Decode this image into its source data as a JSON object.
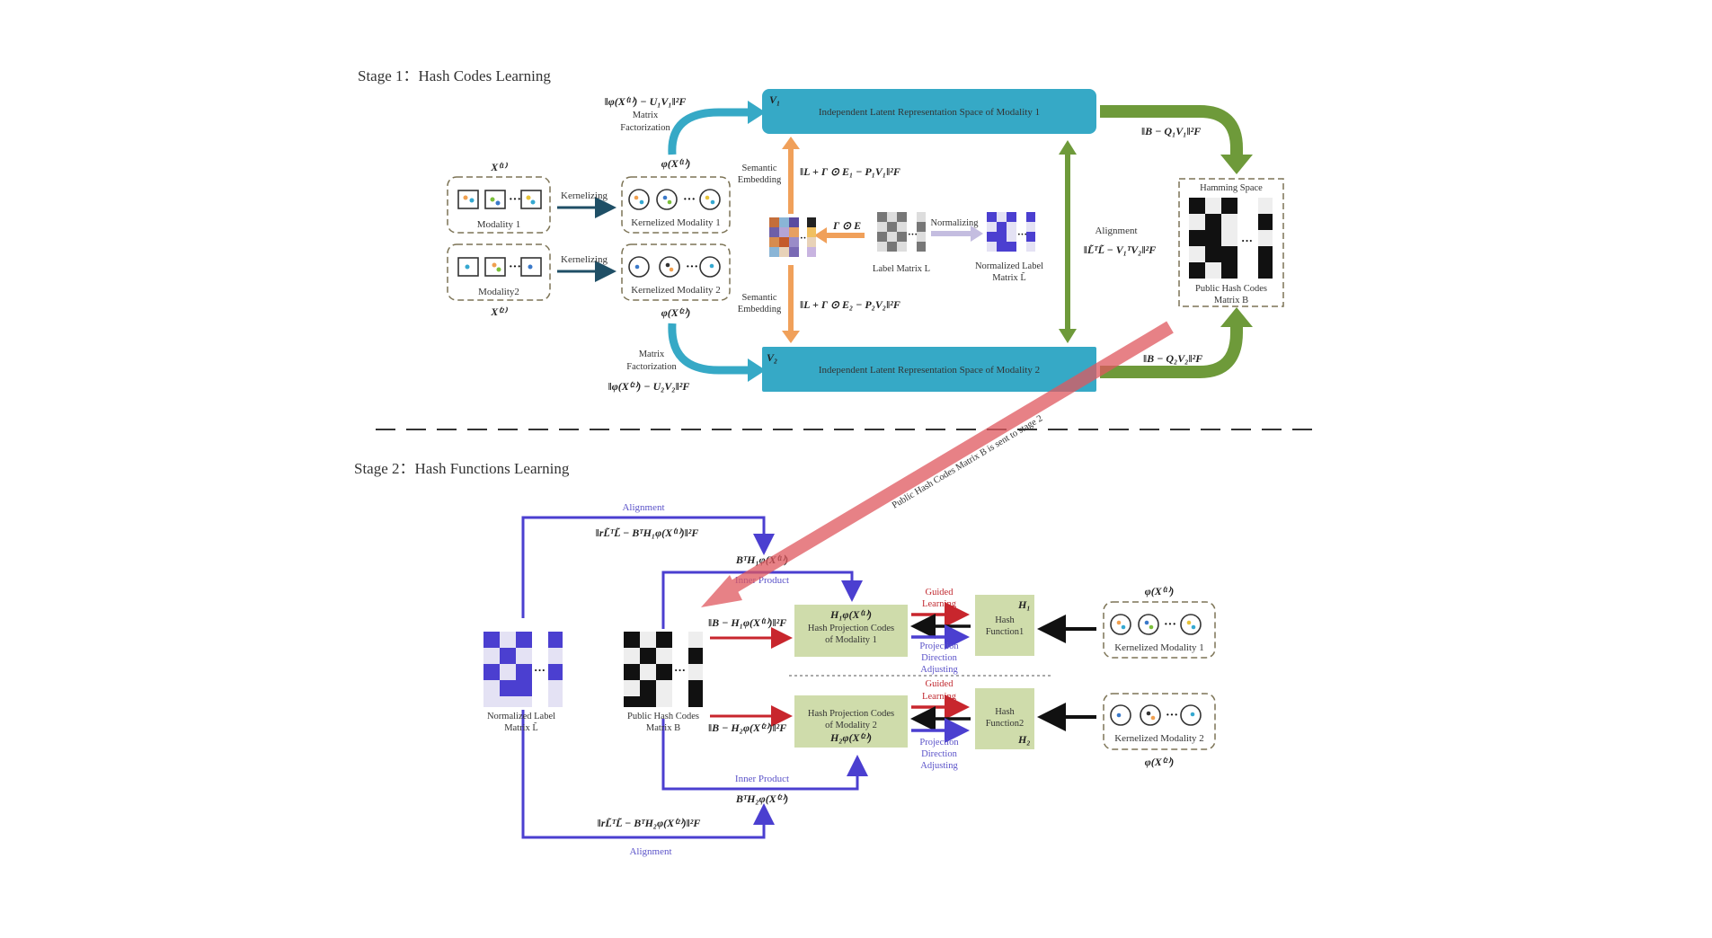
{
  "stage1": {
    "title": "Stage 1：Hash Codes Learning",
    "mf_top_formula": "‖φ(X⁽¹⁾) − U₁V₁‖²F",
    "mf_top_line1": "Matrix",
    "mf_top_line2": "Factorization",
    "mf_bottom_line1": "Matrix",
    "mf_bottom_line2": "Factorization",
    "mf_bottom_formula": "‖φ(X⁽²⁾) − U₂V₂‖²F",
    "x1": "X⁽¹⁾",
    "x2": "X⁽²⁾",
    "phi_x1": "φ(X⁽¹⁾)",
    "phi_x2": "φ(X⁽²⁾)",
    "modality1": "Modality 1",
    "modality2": "Modality2",
    "kernelizing1": "Kernelizing",
    "kernelizing2": "Kernelizing",
    "kmod1": "Kernelized Modality 1",
    "kmod2": "Kernelized Modality 2",
    "v1_label": "V₁",
    "v2_label": "V₂",
    "latent1": "Independent Latent Representation Space of Modality 1",
    "latent2": "Independent Latent Representation Space of Modality 2",
    "sem_emb_top_1": "Semantic",
    "sem_emb_top_2": "Embedding",
    "sem_emb_bot_1": "Semantic",
    "sem_emb_bot_2": "Embedding",
    "sem_formula_top": "‖L + Γ ⊙ E₁ − P₁V₁‖²F",
    "sem_formula_bot": "‖L + Γ ⊙ E₂ − P₂V₂‖²F",
    "gamma_e": "Γ ⊙ E",
    "label_matrix": "Label Matrix  L",
    "normalizing": "Normalizing",
    "norm_label_1": "Normalized Label",
    "norm_label_2": "Matrix  L̃",
    "alignment": "Alignment",
    "alignment_formula": "‖L̃ᵀL̃ − V₁ᵀV₂‖²F",
    "bq1": "‖B − Q₁V₁‖²F",
    "bq2": "‖B − Q₂V₂‖²F",
    "hamming": "Hamming Space",
    "public_hash_1": "Public Hash Codes",
    "public_hash_2": "Matrix  B",
    "sent_text": "Public Hash Codes Matrix B is sent to stage 2"
  },
  "stage2": {
    "title": "Stage 2：Hash Functions Learning",
    "alignment_top": "Alignment",
    "alignment_bottom": "Alignment",
    "align_formula_top": "‖rL̃ᵀL̃ − BᵀH₁φ(X⁽¹⁾)‖²F",
    "align_formula_bot": "‖rL̃ᵀL̃ − BᵀH₂φ(X⁽²⁾)‖²F",
    "bth1": "BᵀH₁φ(X⁽¹⁾)",
    "bth2": "BᵀH₂φ(X⁽²⁾)",
    "inner_top": "Inner Product",
    "inner_bot": "Inner Product",
    "bh1": "‖B − H₁φ(X⁽¹⁾)‖²F",
    "bh2": "‖B − H₂φ(X⁽²⁾)‖²F",
    "norm_label_1": "Normalized Label",
    "norm_label_2": "Matrix L̃",
    "public_1": "Public Hash Codes",
    "public_2": "Matrix  B",
    "hp1_top": "H₁φ(X⁽¹⁾)",
    "hp1_l1": "Hash Projection Codes",
    "hp1_l2": "of Modality 1",
    "hp2_l1": "Hash Projection Codes",
    "hp2_l2": "of Modality 2",
    "hp2_bot": "H₂φ(X⁽²⁾)",
    "guided1_1": "Guided",
    "guided1_2": "Learning",
    "guided2_1": "Guided",
    "guided2_2": "Learning",
    "proj1_1": "Projection",
    "proj1_2": "Direction",
    "proj1_3": "Adjusting",
    "proj2_1": "Projection",
    "proj2_2": "Direction",
    "proj2_3": "Adjusting",
    "hf1_1": "Hash",
    "hf1_2": "Function1",
    "hf1_h": "H₁",
    "hf2_1": "Hash",
    "hf2_2": "Function2",
    "hf2_h": "H₂",
    "phi1": "φ(X⁽¹⁾)",
    "phi2": "φ(X⁽²⁾)",
    "kmod1": "Kernelized Modality 1",
    "kmod2": "Kernelized Modality 2"
  },
  "colors": {
    "latent_blue": "#36a9c6",
    "green_arrow": "#6e9a3a",
    "orange_arrow": "#f0a05a",
    "stage2_blue": "#4b3fd0",
    "box_green": "#cfdcab",
    "red_arrow": "#e0585e"
  }
}
